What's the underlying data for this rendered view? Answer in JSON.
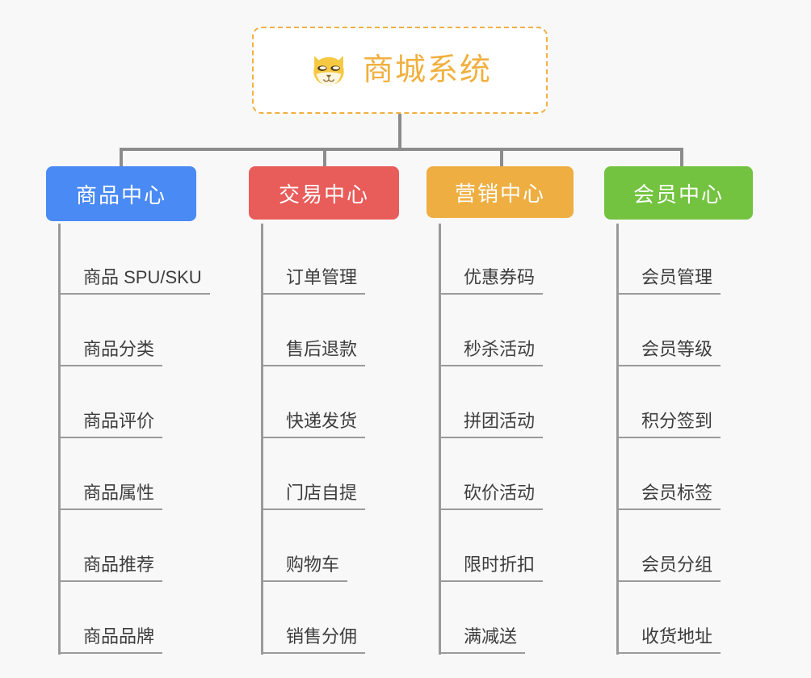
{
  "diagram": {
    "type": "mind-map",
    "background_color": "#f8f8f9",
    "root": {
      "title": "商城系统",
      "icon": "dog-face-icon",
      "text_color": "#f0b03f",
      "border_color": "#f0b042",
      "border_style": "dashed",
      "background_color": "#ffffff"
    },
    "connector_color": "#8c8c8c",
    "leaf_line_color": "#9a9a9a",
    "leaf_text_color": "#3d3d3d",
    "branches": [
      {
        "label": "商品中心",
        "color": "#4a8af4",
        "items": [
          "商品 SPU/SKU",
          "商品分类",
          "商品评价",
          "商品属性",
          "商品推荐",
          "商品品牌"
        ]
      },
      {
        "label": "交易中心",
        "color": "#e85c5a",
        "items": [
          "订单管理",
          "售后退款",
          "快递发货",
          "门店自提",
          "购物车",
          "销售分佣"
        ]
      },
      {
        "label": "营销中心",
        "color": "#eeae41",
        "items": [
          "优惠券码",
          "秒杀活动",
          "拼团活动",
          "砍价活动",
          "限时折扣",
          "满减送"
        ]
      },
      {
        "label": "会员中心",
        "color": "#73c340",
        "items": [
          "会员管理",
          "会员等级",
          "积分签到",
          "会员标签",
          "会员分组",
          "收货地址"
        ]
      }
    ]
  }
}
